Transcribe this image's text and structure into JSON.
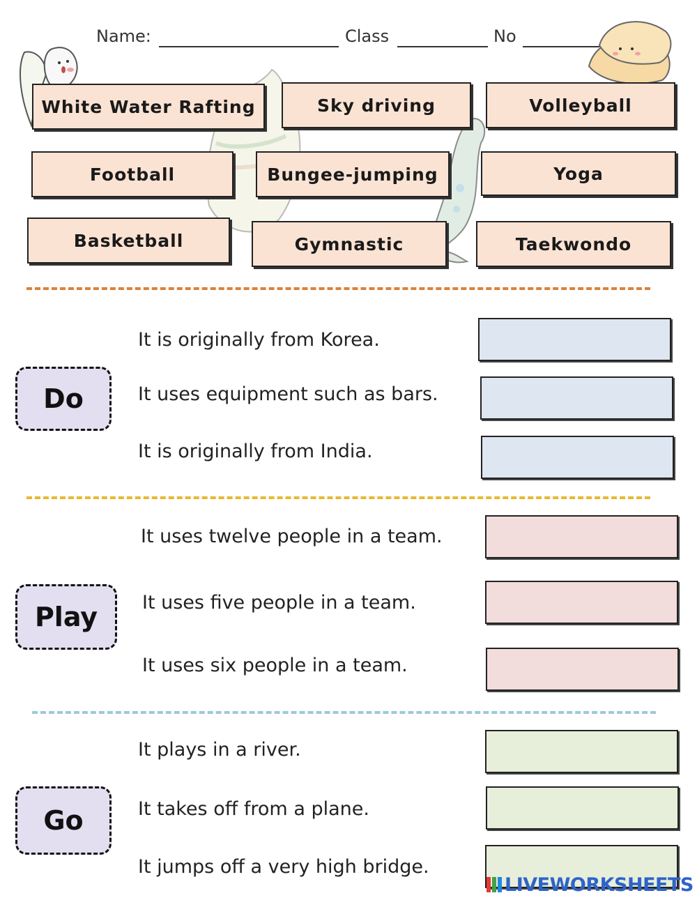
{
  "header": {
    "name_label": "Name:",
    "class_label": "Class",
    "no_label": "No"
  },
  "word_bank": [
    "White Water Rafting",
    "Sky driving",
    "Volleyball",
    "Football",
    "Bungee-jumping",
    "Yoga",
    "Basketball",
    "Gymnastic",
    "Taekwondo"
  ],
  "sections": [
    {
      "verb": "Do",
      "clues": [
        "It is originally from Korea.",
        "It uses equipment such as bars.",
        "It is originally from India."
      ]
    },
    {
      "verb": "Play",
      "clues": [
        "It uses twelve people in a team.",
        "It uses five people in a team.",
        "It uses six people in a team."
      ]
    },
    {
      "verb": "Go",
      "clues": [
        "It plays in a river.",
        "It takes off from a plane.",
        "It jumps off a very high bridge."
      ]
    }
  ],
  "colors": {
    "card_fill": "#fbe3d4",
    "do_answer": "#dde6f1",
    "play_answer": "#f3dcdc",
    "go_answer": "#e7efdb",
    "verb_fill": "#e3dff0",
    "divider_1": "#d9823a",
    "divider_2": "#e8b830",
    "divider_3": "#9cc8dc"
  },
  "footer": {
    "logo_text": "LIVEWORKSHEETS"
  }
}
